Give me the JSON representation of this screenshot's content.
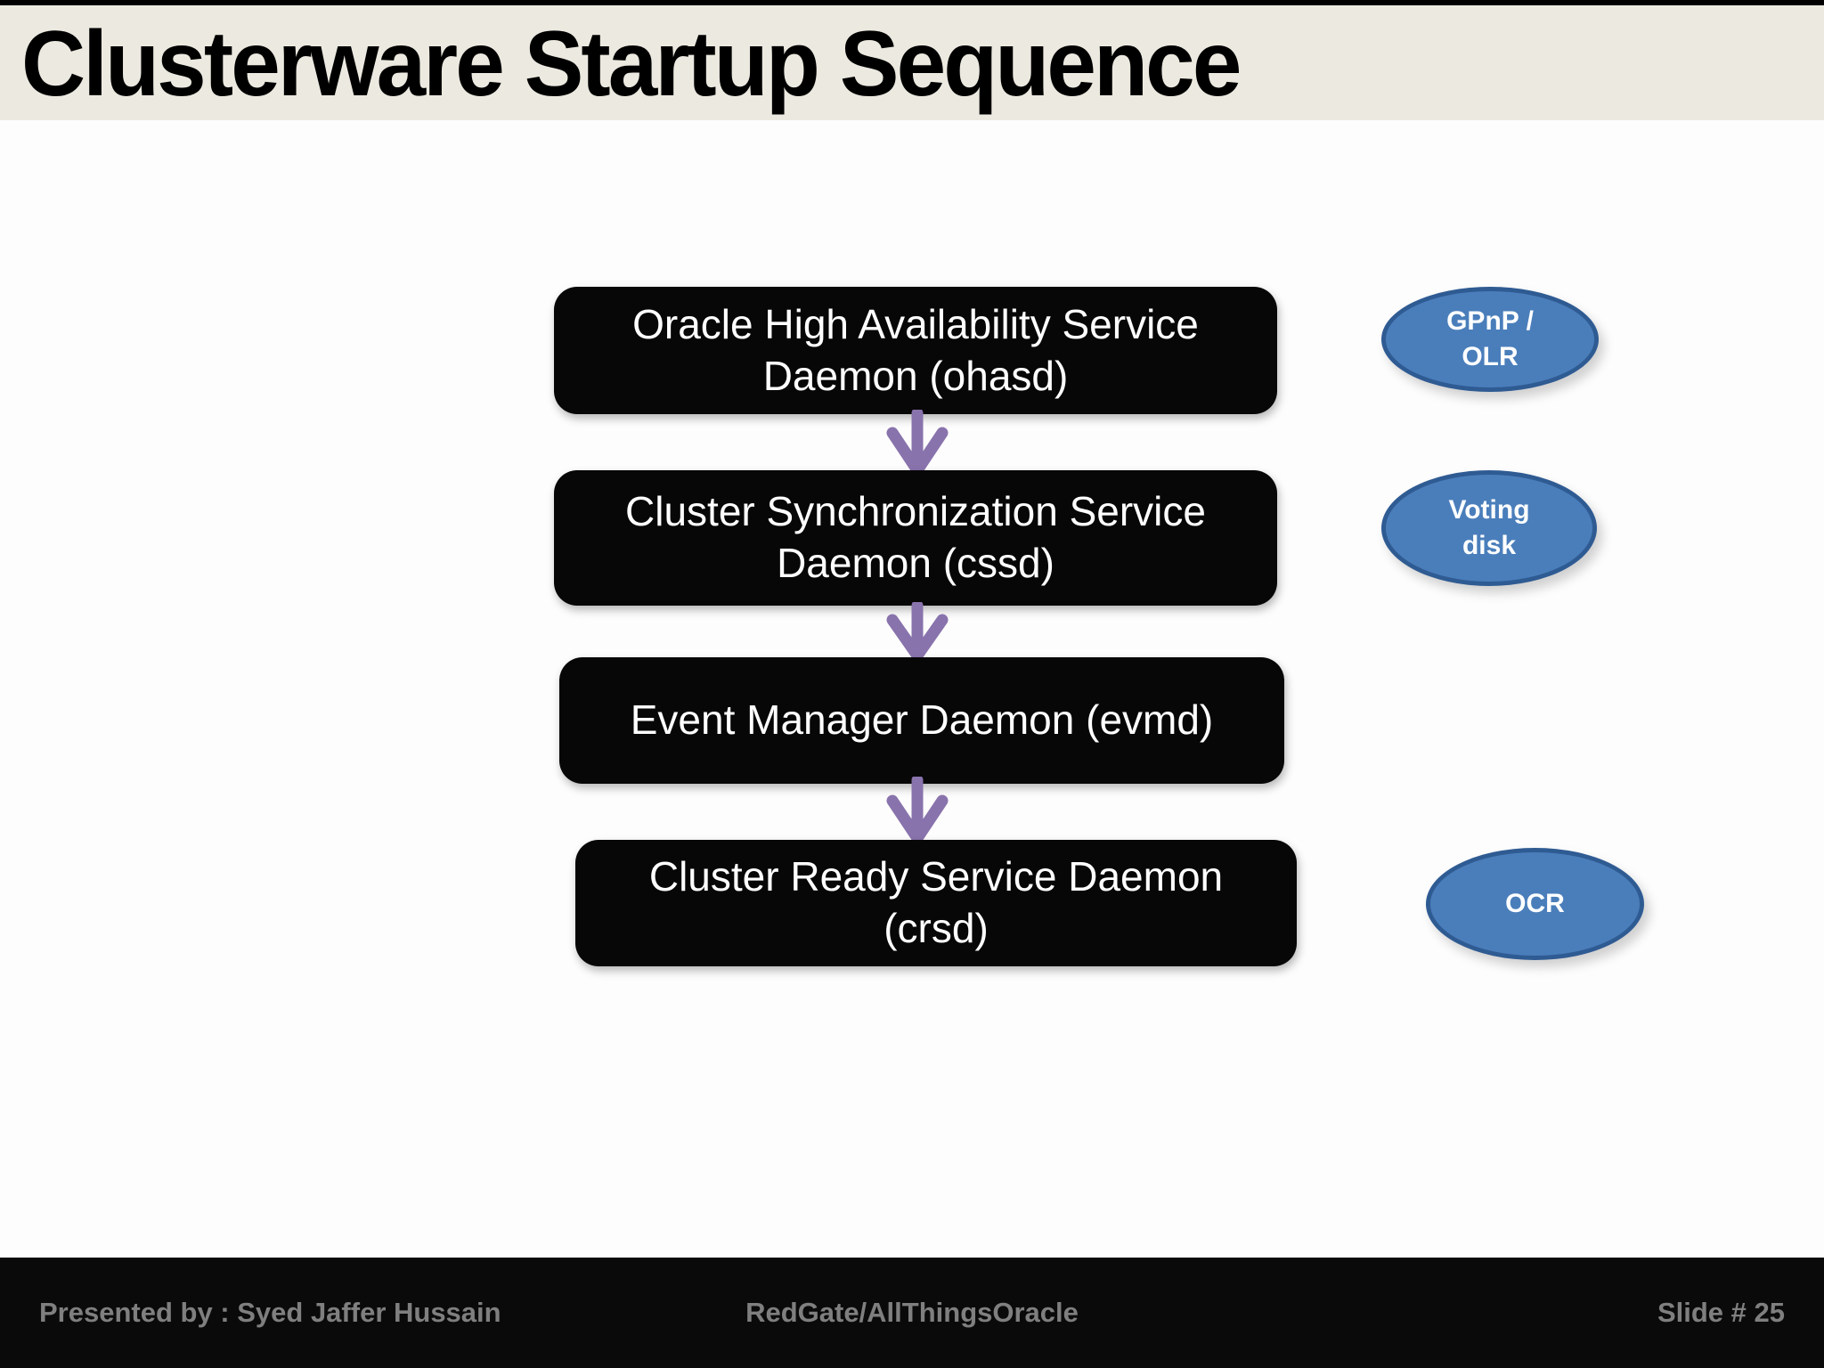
{
  "title": "Clusterware Startup Sequence",
  "diagram": {
    "boxes": [
      {
        "id": "ohasd",
        "label": "Oracle High Availability Service Daemon (ohasd)"
      },
      {
        "id": "cssd",
        "label": "Cluster Synchronization Service Daemon (cssd)"
      },
      {
        "id": "evmd",
        "label": "Event Manager Daemon (evmd)"
      },
      {
        "id": "crsd",
        "label": "Cluster Ready Service Daemon (crsd)"
      }
    ],
    "ellipses": [
      {
        "id": "gpnp-olr",
        "label": "GPnP /\nOLR"
      },
      {
        "id": "voting-disk",
        "label": "Voting\ndisk"
      },
      {
        "id": "ocr",
        "label": "OCR"
      }
    ],
    "flow": [
      "ohasd -> cssd",
      "cssd -> evmd",
      "evmd -> crsd"
    ]
  },
  "footer": {
    "presenter": "Presented by : Syed Jaffer Hussain",
    "center": "RedGate/AllThingsOracle",
    "slide_number": "Slide # 25"
  },
  "colors": {
    "title_band_bg": "#ECE9E0",
    "title_text": "#000000",
    "content_bg": "#FDFDFD",
    "box_bg": "#070707",
    "box_text": "#FFFFFF",
    "arrow": "#8973AC",
    "ellipse_fill": "#4A7EBB",
    "ellipse_border": "#2F5B93",
    "footer_bg": "#0A0A0A",
    "footer_text": "#7F7F7F"
  }
}
